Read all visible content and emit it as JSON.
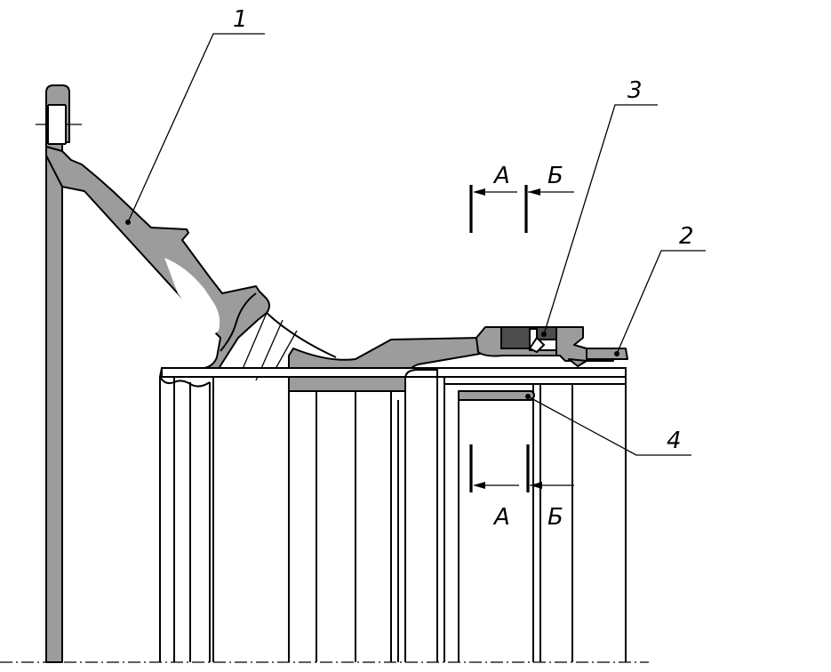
{
  "callouts": [
    {
      "id": "1",
      "label": "1"
    },
    {
      "id": "2",
      "label": "2"
    },
    {
      "id": "3",
      "label": "3"
    },
    {
      "id": "4",
      "label": "4"
    }
  ],
  "section_marks": {
    "top_left": "А",
    "top_right": "Б",
    "bottom_left": "А",
    "bottom_right": "Б"
  },
  "colors": {
    "part_fill": "#9c9c9c",
    "dark_fill": "#4d4d4d",
    "line": "#000000",
    "background": "#ffffff"
  }
}
